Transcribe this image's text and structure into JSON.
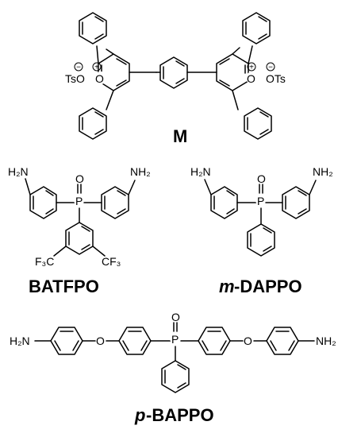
{
  "compounds": {
    "m": {
      "label": "M",
      "counterion_left": "TsO",
      "counterion_right": "OTs",
      "ring_oxygen": "O",
      "plus": "+",
      "minus": "−"
    },
    "batfpo": {
      "label": "BATFPO",
      "amine_left": "H₂N",
      "amine_right": "NH₂",
      "phosphorus": "P",
      "oxo": "O",
      "cf3_left": "F₃C",
      "cf3_right": "CF₃"
    },
    "mdappo": {
      "label_prefix": "m",
      "label_rest": "-DAPPO",
      "amine_left": "H₂N",
      "amine_right": "NH₂",
      "phosphorus": "P",
      "oxo": "O"
    },
    "pbappo": {
      "label_prefix": "p",
      "label_rest": "-BAPPO",
      "amine_left": "H₂N",
      "amine_right": "NH₂",
      "ether_left": "O",
      "ether_right": "O",
      "phosphorus": "P",
      "oxo": "O"
    }
  }
}
